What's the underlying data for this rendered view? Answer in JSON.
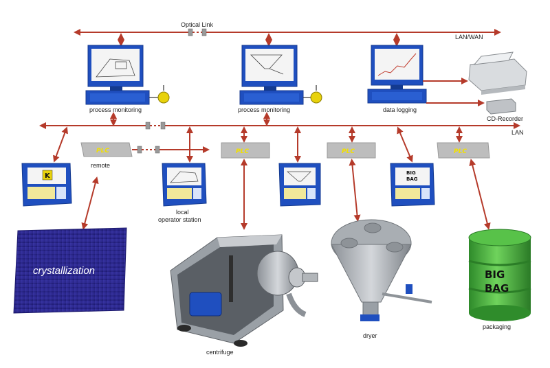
{
  "network": {
    "optical_link_label": "Optical Link",
    "wan_label": "LAN/WAN",
    "lan_label": "LAN"
  },
  "stations": {
    "pm1_label": "process monitoring",
    "pm2_label": "process monitoring",
    "datalog_label": "data logging",
    "cd_label": "CD-Recorder"
  },
  "plc": {
    "text": "PLC",
    "remote_label": "remote"
  },
  "terminals": {
    "k_letter": "K",
    "local_line1": "local",
    "local_line2": "operator station",
    "bigbag_line1": "BIG",
    "bigbag_line2": "BAG"
  },
  "equipment": {
    "crystallization_label": "crystallization",
    "centrifuge_label": "centrifuge",
    "dryer_label": "dryer",
    "packaging_label": "packaging",
    "barrel_line1": "BIG",
    "barrel_line2": "BAG"
  },
  "colors": {
    "network_line": "#b53a2a",
    "monitor_blue": "#1f4fbf",
    "plc_gray": "#bdbdbd",
    "barrel_green": "#3fae3a",
    "crystal_blue": "#2c2a8f"
  }
}
